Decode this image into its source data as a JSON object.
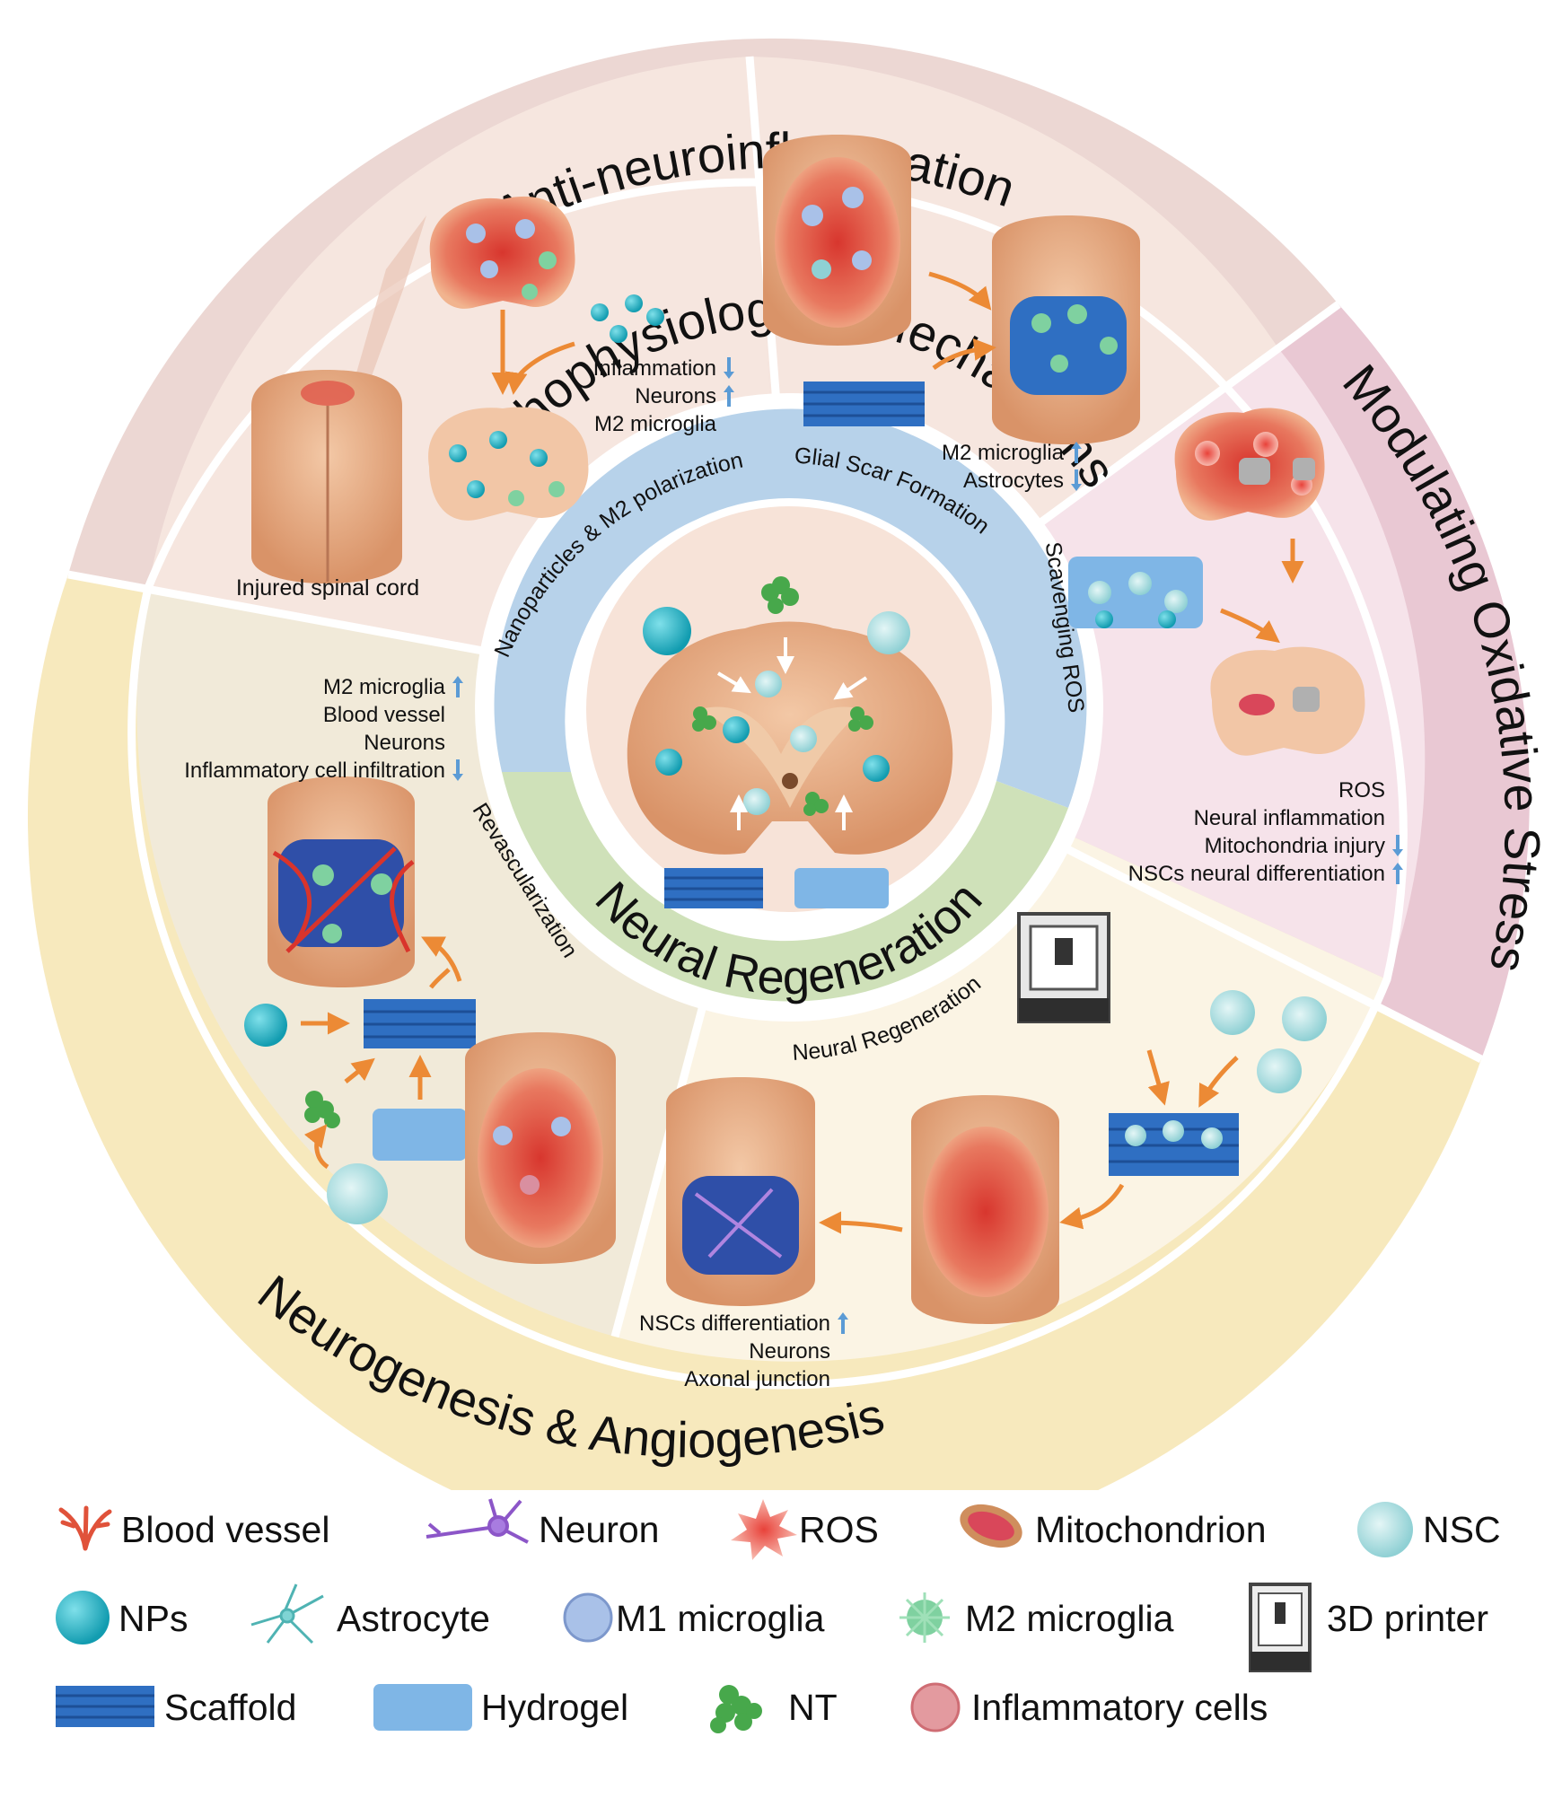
{
  "center": {
    "top_title": "Pathophysiological Mechanisms",
    "bottom_title": "Neural Regeneration"
  },
  "ring_titles": {
    "anti": "Anti-neuroinflammation",
    "oxidative": "Modulating Oxidative Stress",
    "neurogenesis": "Neurogenesis & Angiogenesis"
  },
  "sector_labels": {
    "np_m2": "Nanoparticles & M2 polarization",
    "glial": "Glial Scar Formation",
    "ros": "Scavenging ROS",
    "neural_regen": "Neural Regeneration",
    "revasc": "Revascularization"
  },
  "captions": {
    "injured": "Injured spinal cord"
  },
  "effects": {
    "np": [
      {
        "text": "Inflammation",
        "dir": "down"
      },
      {
        "text": "Neurons",
        "dir": "up"
      },
      {
        "text": "M2 microglia",
        "dir": ""
      }
    ],
    "glial": [
      {
        "text": "M2 microglia",
        "dir": "up"
      },
      {
        "text": "Astrocytes",
        "dir": "down"
      }
    ],
    "ros": [
      {
        "text": "ROS",
        "dir": ""
      },
      {
        "text": "Neural inflammation",
        "dir": ""
      },
      {
        "text": "Mitochondria injury",
        "dir": "down"
      },
      {
        "text": "NSCs neural differentiation",
        "dir": "up"
      }
    ],
    "revasc": [
      {
        "text": "M2 microglia",
        "dir": "up"
      },
      {
        "text": "Blood vessel",
        "dir": ""
      },
      {
        "text": "Neurons",
        "dir": ""
      },
      {
        "text": "Inflammatory cell infiltration",
        "dir": "down"
      }
    ],
    "regen": [
      {
        "text": "NSCs differentiation",
        "dir": "up"
      },
      {
        "text": "Neurons",
        "dir": ""
      },
      {
        "text": "Axonal junction",
        "dir": ""
      }
    ]
  },
  "legend": [
    {
      "label": "Blood vessel",
      "icon": "blood-vessel-icon"
    },
    {
      "label": "Neuron",
      "icon": "neuron-icon"
    },
    {
      "label": "ROS",
      "icon": "ros-icon"
    },
    {
      "label": "Mitochondrion",
      "icon": "mitochondrion-icon"
    },
    {
      "label": "NSC",
      "icon": "nsc-icon"
    },
    {
      "label": "NPs",
      "icon": "nps-icon"
    },
    {
      "label": "Astrocyte",
      "icon": "astrocyte-icon"
    },
    {
      "label": "M1 microglia",
      "icon": "m1-microglia-icon"
    },
    {
      "label": "M2 microglia",
      "icon": "m2-microglia-icon"
    },
    {
      "label": "3D printer",
      "icon": "printer-icon"
    },
    {
      "label": "Scaffold",
      "icon": "scaffold-icon"
    },
    {
      "label": "Hydrogel",
      "icon": "hydrogel-icon"
    },
    {
      "label": "NT",
      "icon": "nt-icon"
    },
    {
      "label": "Inflammatory cells",
      "icon": "inflammatory-cells-icon"
    }
  ],
  "colors": {
    "anti_ring": "#ecd7d3",
    "anti_sector": "#f6e6df",
    "oxidative_ring": "#e9c8d3",
    "oxidative_sector": "#f6e3ea",
    "neuro_ring": "#f7e9bd",
    "neuro_sector": "#f1ead9",
    "regen_sector": "#fbf4e4",
    "center_blue": "#b7d2ea",
    "center_green": "#cfe1b9",
    "center_core": "#f7e3d8",
    "scaffold": "#2f6fc2",
    "hydrogel": "#7fb6e6",
    "nps": "#2bb5c6",
    "nt": "#47a84b",
    "tissue": "#e9ab82",
    "injury": "#e2574c",
    "arrow": "#ec8a35",
    "up_arrow": "#5b9bd5"
  }
}
